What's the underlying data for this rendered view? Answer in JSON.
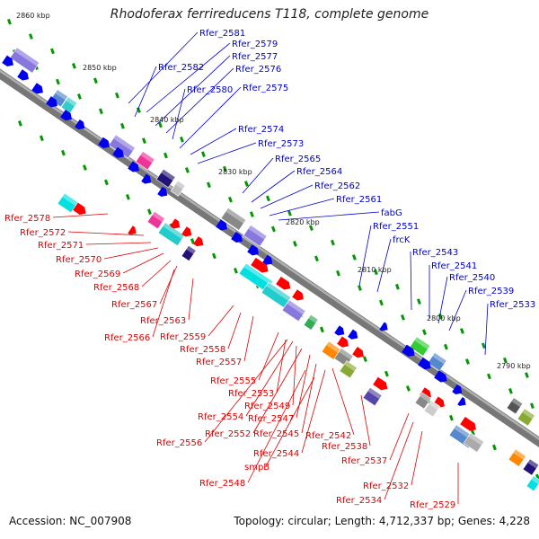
{
  "title": "Rhodoferax ferrireducens T118, complete genome",
  "accession": "Accession: NC_007908",
  "topology": "Topology: circular; Length: 4,712,337 bp; Genes: 4,228",
  "colors": {
    "blue_labels": "#0000cc",
    "red_labels": "#dd0000",
    "backbone": "#777777",
    "tick_green": "#009900"
  },
  "scale_labels": [
    "2860 kbp",
    "2850 kbp",
    "2840 kbp",
    "2830 kbp",
    "2820 kbp",
    "2810 kbp",
    "2800 kbp",
    "2790 kbp"
  ],
  "blue_genes": [
    "Rfer_2581",
    "Rfer_2579",
    "Rfer_2577",
    "Rfer_2582",
    "Rfer_2576",
    "Rfer_2580",
    "Rfer_2575",
    "Rfer_2574",
    "Rfer_2573",
    "Rfer_2565",
    "Rfer_2564",
    "Rfer_2562",
    "Rfer_2561",
    "fabG",
    "Rfer_2551",
    "frcK",
    "Rfer_2543",
    "Rfer_2541",
    "Rfer_2540",
    "Rfer_2539",
    "Rfer_2533"
  ],
  "red_genes": [
    "Rfer_2578",
    "Rfer_2572",
    "Rfer_2571",
    "Rfer_2570",
    "Rfer_2569",
    "Rfer_2568",
    "Rfer_2567",
    "Rfer_2563",
    "Rfer_2566",
    "Rfer_2559",
    "Rfer_2558",
    "Rfer_2557",
    "Rfer_2555",
    "Rfer_2553",
    "Rfer_2549",
    "Rfer_2554",
    "Rfer_2547",
    "Rfer_2552",
    "Rfer_2545",
    "Rfer_2556",
    "Rfer_2542",
    "Rfer_2538",
    "Rfer_2544",
    "smpB",
    "Rfer_2537",
    "Rfer_2548",
    "Rfer_2532",
    "Rfer_2534",
    "Rfer_2529"
  ]
}
